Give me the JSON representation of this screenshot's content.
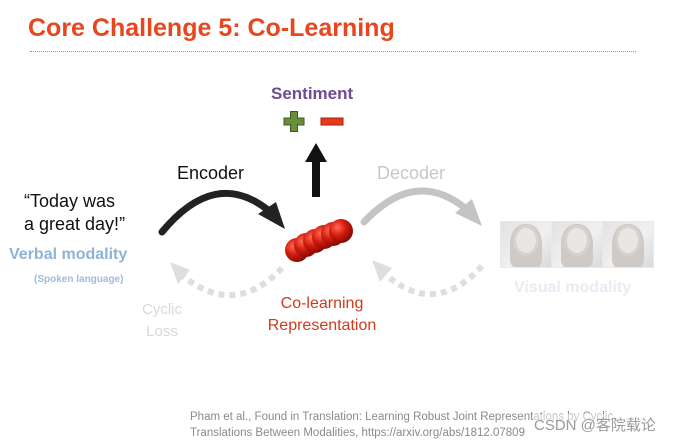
{
  "title": "Core Challenge 5: Co-Learning",
  "sentiment": {
    "label": "Sentiment",
    "positive_icon": "plus-icon",
    "negative_icon": "minus-icon",
    "positive_color": "#6b8e3a",
    "negative_color": "#e23a1a"
  },
  "verbal": {
    "quote_line1": "“Today was",
    "quote_line2": "a great day!”",
    "modality": "Verbal modality",
    "sub": "(Spoken language)"
  },
  "encoder": "Encoder",
  "decoder": "Decoder",
  "cyclic_loss": {
    "line1": "Cyclic",
    "line2": "Loss"
  },
  "co_learning": {
    "line1": "Co-learning",
    "line2": "Representation"
  },
  "visual": {
    "modality": "Visual modality",
    "frame_count": 3
  },
  "citation": {
    "line1": "Pham et al., Found in Translation: Learning Robust Joint Representations by Cyclic",
    "line2": "Translations Between Modalities, https://arxiv.org/abs/1812.07809"
  },
  "watermark": "CSDN @客院载论",
  "colors": {
    "title": "#e8461e",
    "encoder_arrow": "#222222",
    "decoder_arrow": "#c4c4c4",
    "cyclic_arrow": "#dedede",
    "representation": "#cc1d10"
  }
}
